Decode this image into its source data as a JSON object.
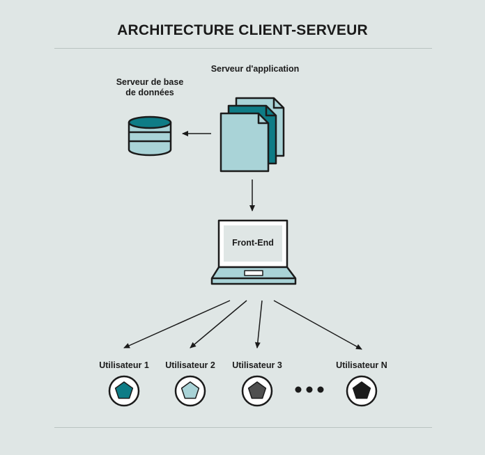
{
  "title": "ARCHITECTURE CLIENT-SERVEUR",
  "nodes": {
    "app_server": {
      "label": "Serveur d'application",
      "icon": "documents-stack-icon"
    },
    "database": {
      "label_line1": "Serveur de base",
      "label_line2": "de données",
      "icon": "database-icon"
    },
    "frontend": {
      "label": "Front-End",
      "icon": "laptop-icon"
    }
  },
  "users": [
    {
      "label": "Utilisateur 1",
      "color": "#0e7c86"
    },
    {
      "label": "Utilisateur 2",
      "color": "#a9d3d7"
    },
    {
      "label": "Utilisateur 3",
      "color": "#4f4f4f"
    },
    {
      "label": "Utilisateur N",
      "color": "#1b1b1b"
    }
  ],
  "colors": {
    "background": "#dfe6e5",
    "teal": "#0e7c86",
    "light_teal": "#a9d3d7",
    "outline": "#1b1b1b"
  }
}
